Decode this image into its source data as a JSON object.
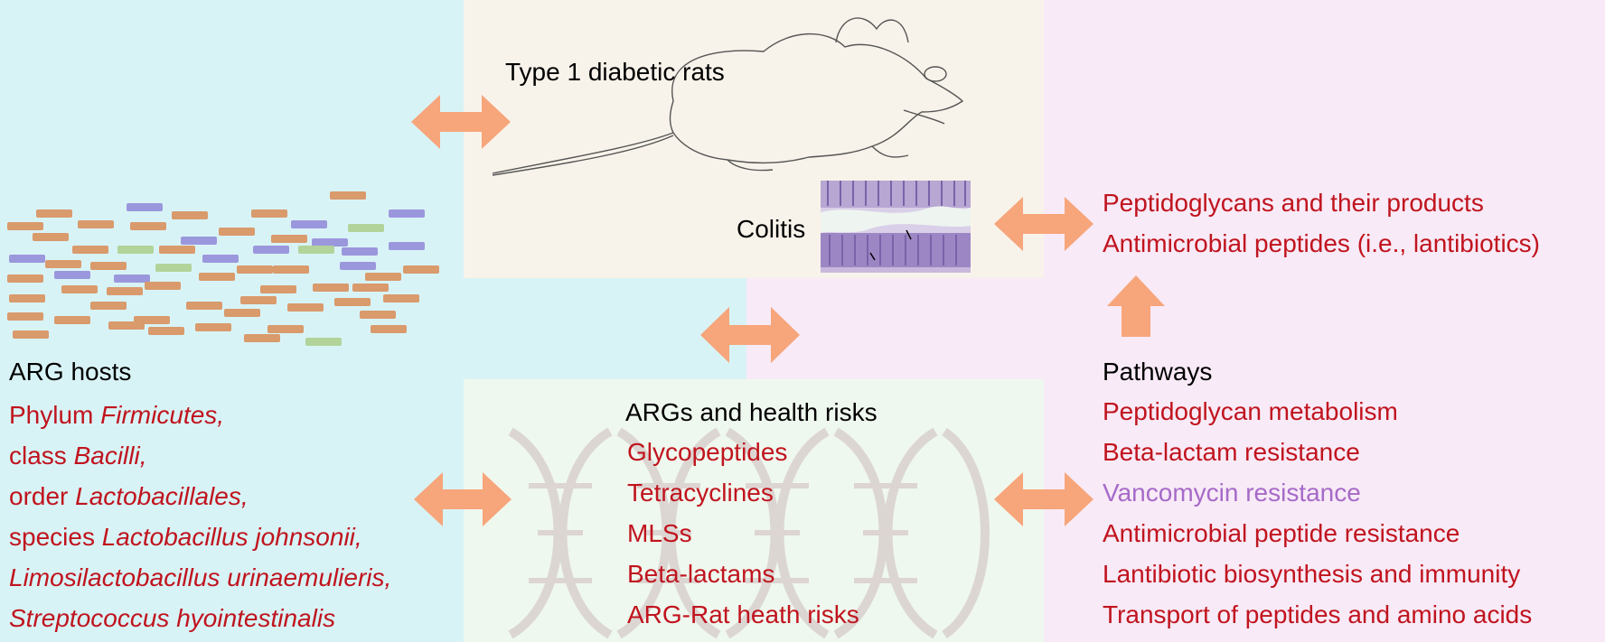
{
  "rat_label": "Type 1 diabetic rats",
  "colitis_label": "Colitis",
  "arg_hosts": {
    "title": "ARG hosts",
    "lines": [
      {
        "prefix": "Phylum ",
        "italic": "Firmicutes,"
      },
      {
        "prefix": "class ",
        "italic": "Bacilli,"
      },
      {
        "prefix": "order ",
        "italic": "Lactobacillales,"
      },
      {
        "prefix": "species ",
        "italic": "Lactobacillus johnsonii,"
      },
      {
        "prefix": "",
        "italic": "Limosilactobacillus urinaemulieris,"
      },
      {
        "prefix": "",
        "italic": "Streptococcus hyointestinalis"
      }
    ]
  },
  "args": {
    "title": "ARGs and health risks",
    "items": [
      "Glycopeptides",
      "Tetracyclines",
      "MLSs",
      "Beta-lactams",
      "ARG-Rat heath risks"
    ]
  },
  "peptido": {
    "items": [
      "Peptidoglycans and their products",
      "Antimicrobial peptides (i.e., lantibiotics)"
    ]
  },
  "pathways": {
    "title": "Pathways",
    "items": [
      {
        "text": "Peptidoglycan metabolism",
        "color": "red"
      },
      {
        "text": "Beta-lactam resistance",
        "color": "red"
      },
      {
        "text": "Vancomycin resistance",
        "color": "purple"
      },
      {
        "text": "Antimicrobial peptide resistance",
        "color": "red"
      },
      {
        "text": "Lantibiotic biosynthesis and immunity",
        "color": "red"
      },
      {
        "text": "Transport of peptides and amino acids",
        "color": "red"
      }
    ]
  },
  "colors": {
    "cyan_panel": "#d8f3f6",
    "pink_panel": "#f8eaf7",
    "beige_panel": "#f8f3ea",
    "green_panel": "#eff8ee",
    "arrow": "#f7a57a",
    "text_red": "#c0141e",
    "text_purple": "#a66ac8",
    "bar_orange": "#d99a6c",
    "bar_purple": "#9b97dd",
    "bar_green": "#b2d49a"
  }
}
